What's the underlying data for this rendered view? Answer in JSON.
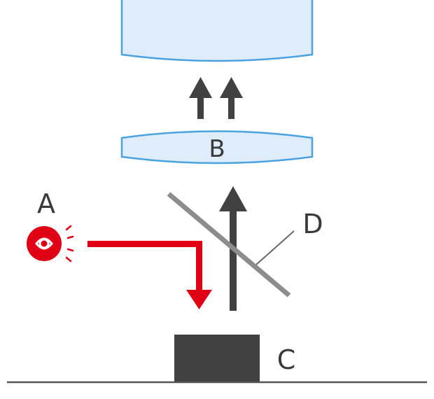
{
  "labels": {
    "a": "A",
    "b": "B",
    "c": "C",
    "d": "D"
  },
  "colors": {
    "lens_fill": "#deedf9",
    "lens_stroke": "#4aa3df",
    "dark_gray": "#414141",
    "mirror_gray": "#8c8c8c",
    "light_red": "#e00016",
    "baseline": "#555555"
  },
  "icons": {
    "light_source": "light-bulb-icon"
  }
}
